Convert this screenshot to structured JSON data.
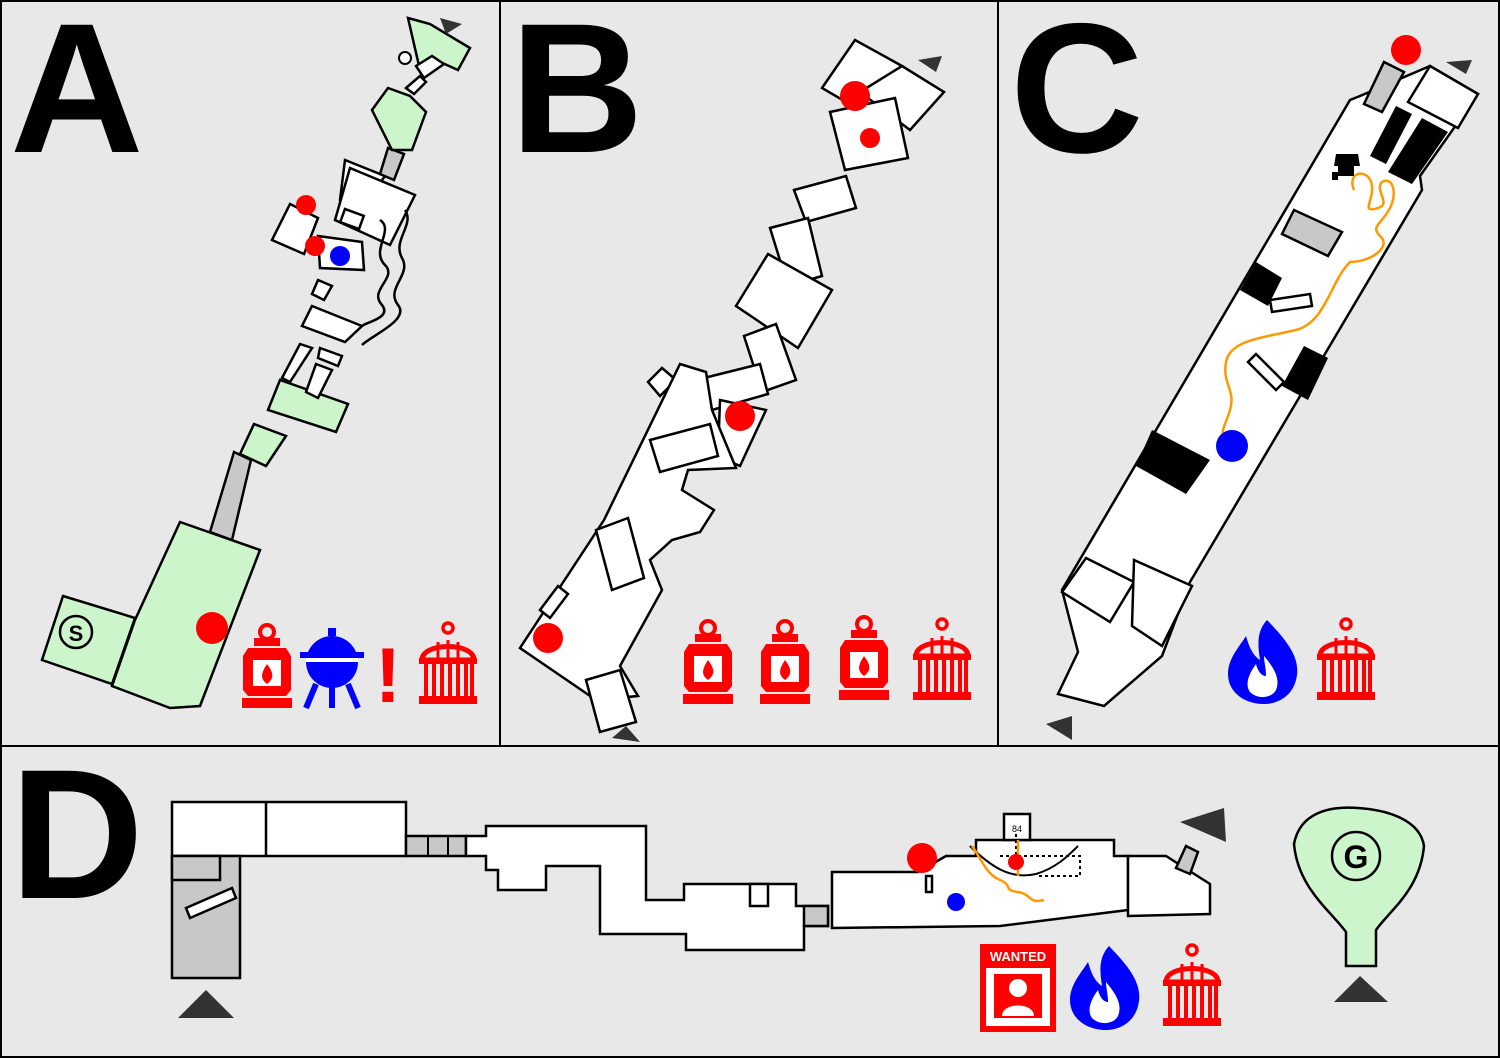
{
  "panels": [
    {
      "id": "A",
      "label": "A"
    },
    {
      "id": "B",
      "label": "B"
    },
    {
      "id": "C",
      "label": "C"
    },
    {
      "id": "D",
      "label": "D"
    }
  ],
  "markers": {
    "start": "S",
    "goal": "G",
    "wanted": "WANTED",
    "exclaim": "!",
    "counter": "84"
  },
  "colors": {
    "collectible": "#ff0000",
    "special": "#0000ff",
    "safe_zone": "#ccf5cc",
    "route": "#ff9900",
    "background": "#e8e8e8"
  },
  "icons": {
    "A": [
      "lantern-icon",
      "cooking-pot-icon",
      "exclamation-icon",
      "birdcage-icon"
    ],
    "B": [
      "lantern-icon",
      "lantern-icon",
      "lantern-icon",
      "birdcage-icon"
    ],
    "C": [
      "blue-flame-icon",
      "birdcage-icon"
    ],
    "D": [
      "wanted-poster-icon",
      "blue-flame-icon",
      "birdcage-icon"
    ]
  }
}
